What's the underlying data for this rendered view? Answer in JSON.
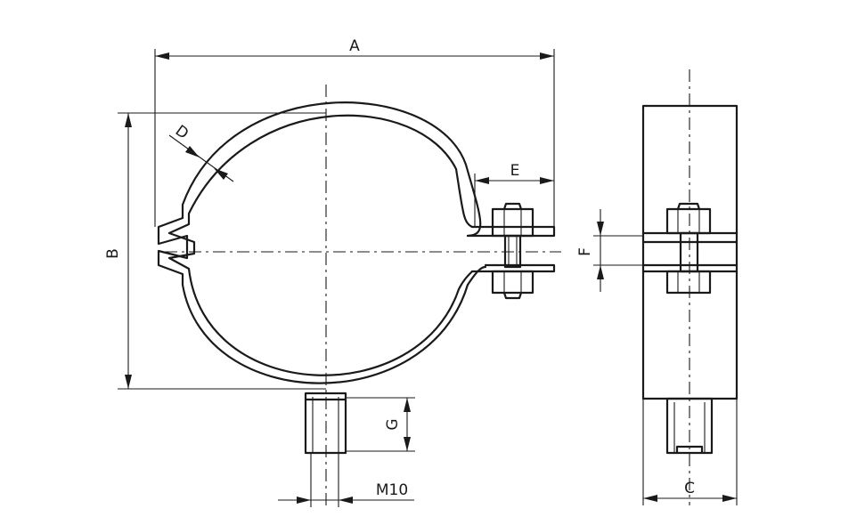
{
  "drawing": {
    "labels": {
      "A": "A",
      "B": "B",
      "C": "C",
      "D": "D",
      "E": "E",
      "F": "F",
      "G": "G",
      "thread": "M10"
    }
  }
}
